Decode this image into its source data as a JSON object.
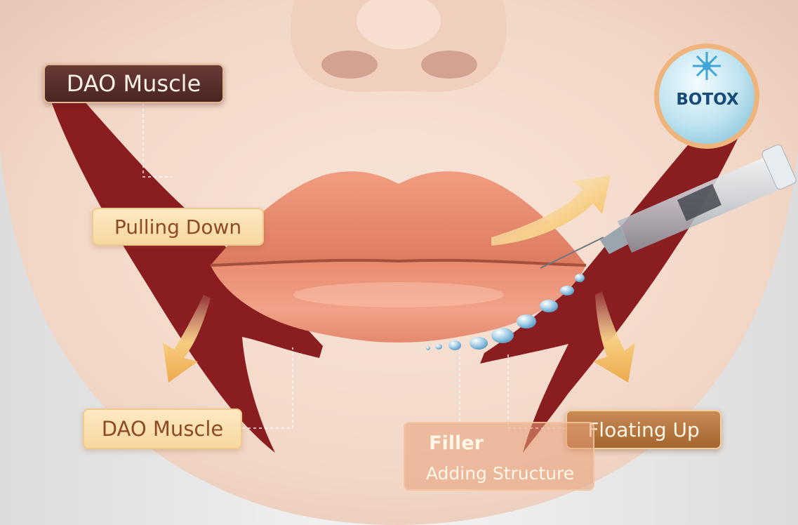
{
  "labels": {
    "dao_top": "DAO Muscle",
    "pulling_down": "Pulling Down",
    "dao_bottom": "DAO Muscle",
    "floating_up": "Floating Up",
    "filler_title": "Filler",
    "filler_sub": "Adding Structure",
    "botox": "BOTOX"
  },
  "colors": {
    "skin": "#f1ddd0",
    "muscle": "#8a1d1f",
    "lip": "#e8876b",
    "arrow": "#f6c879",
    "badge_ring": "#efb37c",
    "badge_fill": "#d6eef6",
    "botox_text": "#17497a"
  }
}
